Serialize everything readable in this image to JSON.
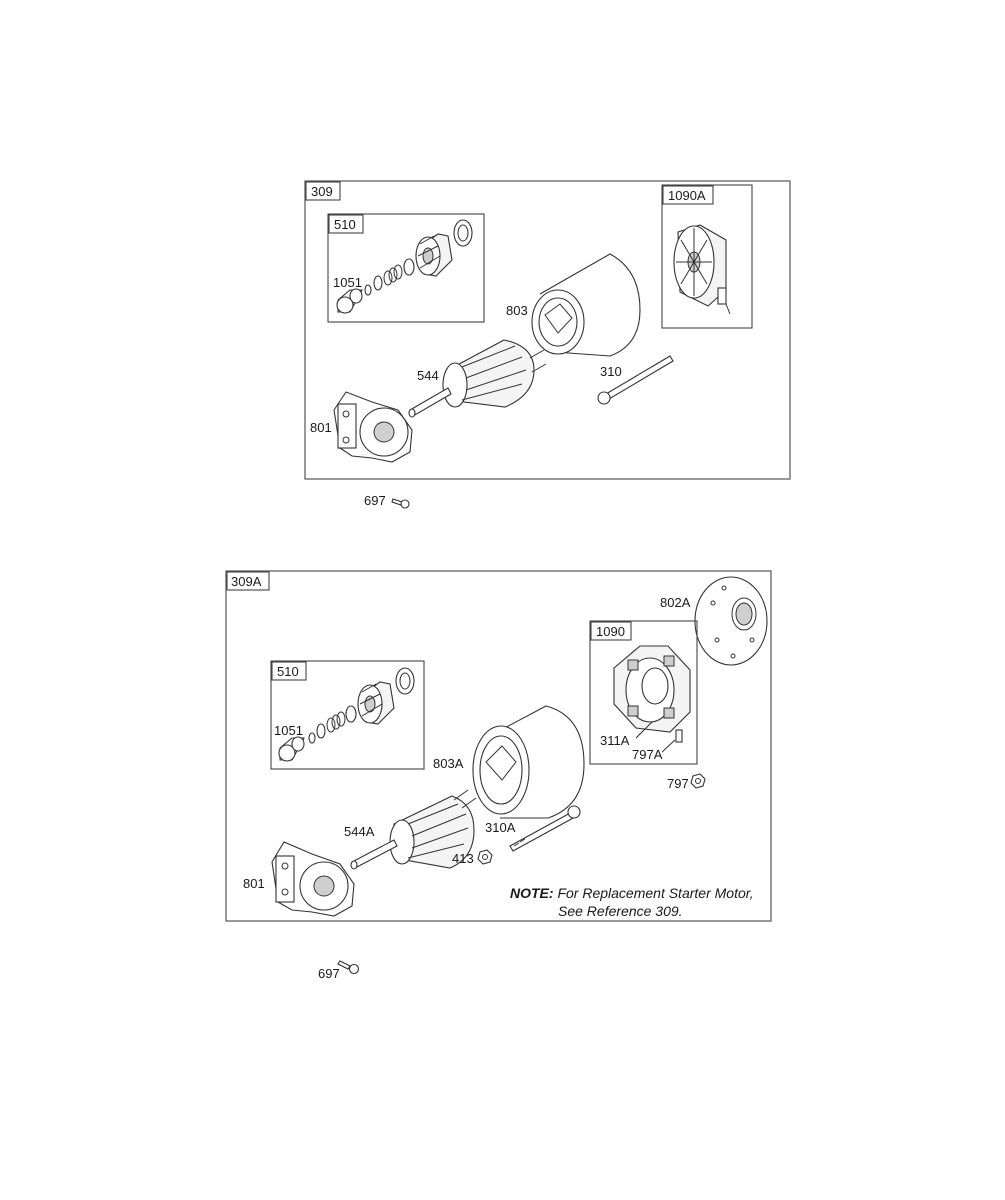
{
  "assembly_309": {
    "tag": "309",
    "pinion_kit_tag": "510",
    "brush_kit_tag": "1090A",
    "labels": {
      "p1051": "1051",
      "p803": "803",
      "p544": "544",
      "p310": "310",
      "p801": "801"
    }
  },
  "bolt_697_top": "697",
  "assembly_309A": {
    "tag": "309A",
    "pinion_kit_tag": "510",
    "brush_kit_tag": "1090",
    "labels": {
      "p802A": "802A",
      "p1051": "1051",
      "p311A": "311A",
      "p797A": "797A",
      "p803A": "803A",
      "p797": "797",
      "p544A": "544A",
      "p310A": "310A",
      "p413": "413",
      "p801": "801"
    },
    "note_bold": "NOTE:",
    "note_line1": " For Replacement Starter Motor,",
    "note_line2": "See Reference 309."
  },
  "bolt_697_bottom": "697"
}
